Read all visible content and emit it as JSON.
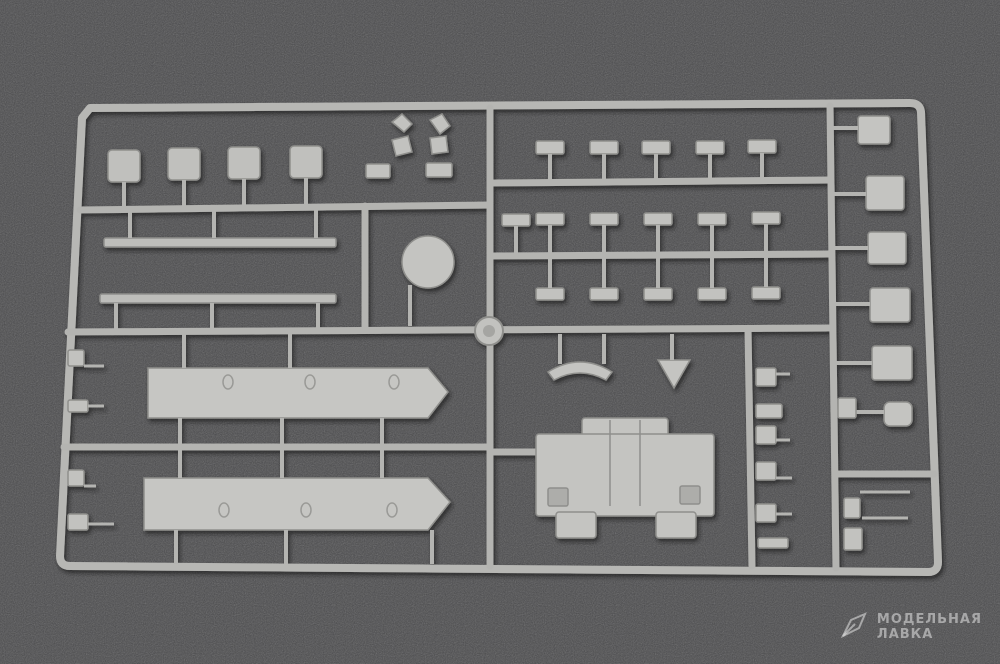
{
  "photo": {
    "subject": "plastic-model-sprue",
    "colors": {
      "background": "#4a4a4c",
      "plastic": "#b9b9b6",
      "plastic_shadow": "#8f8f8c",
      "plastic_highlight": "#d4d4d1"
    }
  },
  "watermark": {
    "line1": "МОДЕЛЬНАЯ",
    "line2": "ЛАВКА",
    "icon": "pen-nib-icon"
  }
}
